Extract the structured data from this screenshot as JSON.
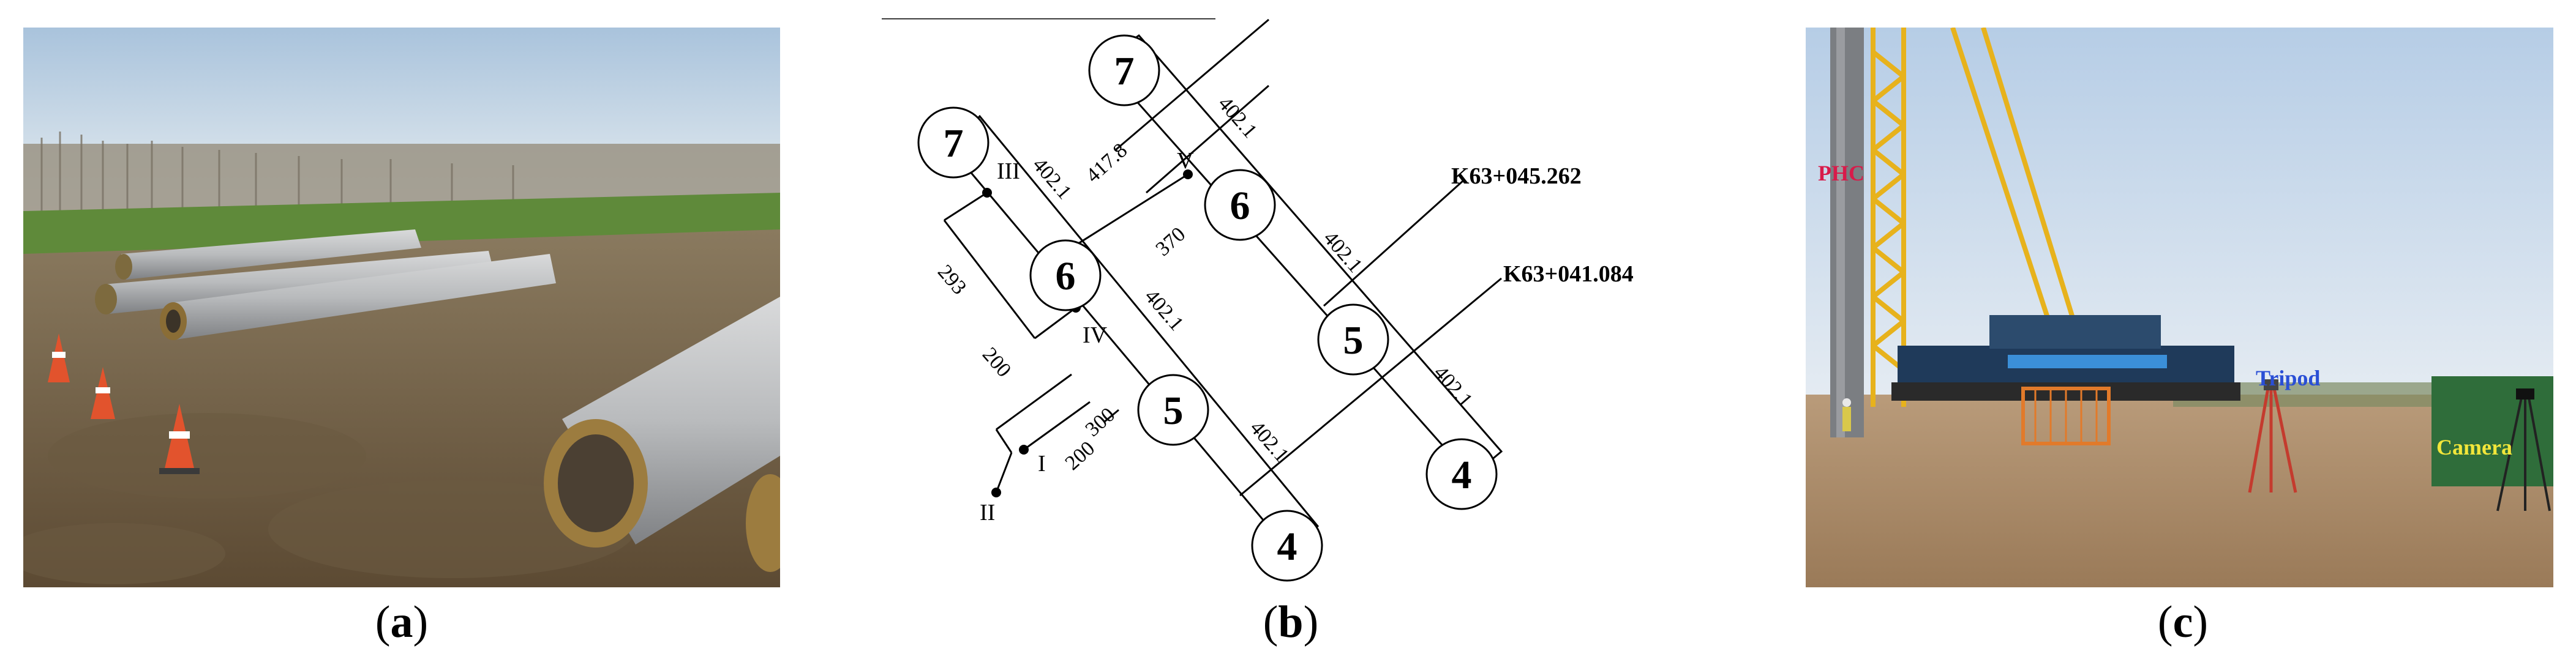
{
  "panels": {
    "a": {
      "caption_open": "(",
      "caption_letter": "a",
      "caption_close": ")"
    },
    "b": {
      "caption_open": "(",
      "caption_letter": "b",
      "caption_close": ")",
      "nodes": [
        {
          "id": "n7a",
          "label": "7"
        },
        {
          "id": "n7b",
          "label": "7"
        },
        {
          "id": "n6a",
          "label": "6"
        },
        {
          "id": "n6b",
          "label": "6"
        },
        {
          "id": "n5a",
          "label": "5"
        },
        {
          "id": "n5b",
          "label": "5"
        },
        {
          "id": "n4a",
          "label": "4"
        },
        {
          "id": "n4b",
          "label": "4"
        }
      ],
      "points": {
        "I": "I",
        "II": "II",
        "III": "III",
        "IV": "IV",
        "V": "V"
      },
      "dimensions": {
        "d1": "402.1",
        "d2": "402.1",
        "d3": "402.1",
        "d4": "402.1",
        "d5": "402.1",
        "d6": "402.1",
        "d7": "417.8",
        "d8": "370",
        "d9": "293",
        "d10": "200",
        "d11": "300",
        "d12": "200"
      },
      "stations": {
        "upper": "K63+045.262",
        "lower": "K63+041.084"
      }
    },
    "c": {
      "caption_open": "(",
      "caption_letter": "c",
      "caption_close": ")",
      "labels": {
        "phc": "PHC",
        "tripod": "Tripod",
        "camera": "Camera"
      },
      "colors": {
        "phc": "#d81b4a",
        "tripod": "#2a4fd6",
        "camera": "#f2e63a"
      }
    }
  }
}
